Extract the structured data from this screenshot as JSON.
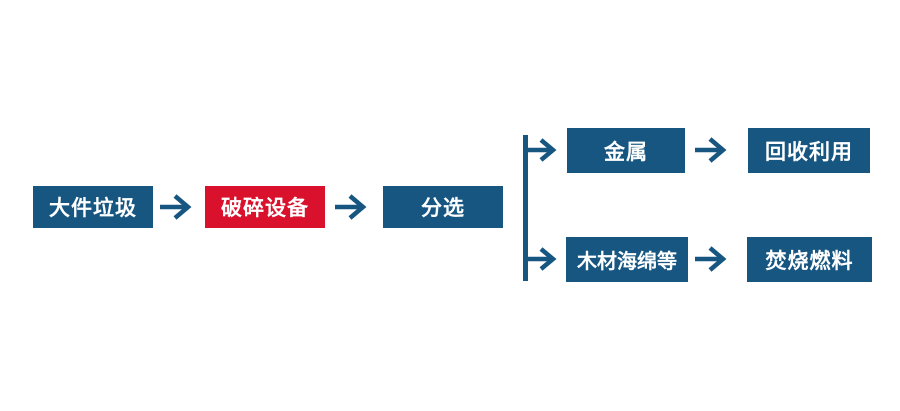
{
  "colors": {
    "primary_blue": "#165681",
    "accent_red": "#D9112C",
    "arrow_blue": "#165681",
    "text_white": "#ffffff",
    "background": "#ffffff"
  },
  "flowchart": {
    "title": "",
    "nodes": [
      {
        "id": "bulky-waste",
        "label": "大件垃圾",
        "variant": "blue"
      },
      {
        "id": "crushing-equipment",
        "label": "破碎设备",
        "variant": "red"
      },
      {
        "id": "sorting",
        "label": "分选",
        "variant": "blue"
      },
      {
        "id": "metal",
        "label": "金属",
        "variant": "blue"
      },
      {
        "id": "recycling",
        "label": "回收利用",
        "variant": "blue"
      },
      {
        "id": "wood-sponge-etc",
        "label": "木材海绵等",
        "variant": "blue"
      },
      {
        "id": "incineration-fuel",
        "label": "焚烧燃料",
        "variant": "blue"
      }
    ],
    "edges": [
      {
        "from": "bulky-waste",
        "to": "crushing-equipment"
      },
      {
        "from": "crushing-equipment",
        "to": "sorting"
      },
      {
        "from": "sorting",
        "to": "metal"
      },
      {
        "from": "sorting",
        "to": "wood-sponge-etc"
      },
      {
        "from": "metal",
        "to": "recycling"
      },
      {
        "from": "wood-sponge-etc",
        "to": "incineration-fuel"
      }
    ]
  }
}
